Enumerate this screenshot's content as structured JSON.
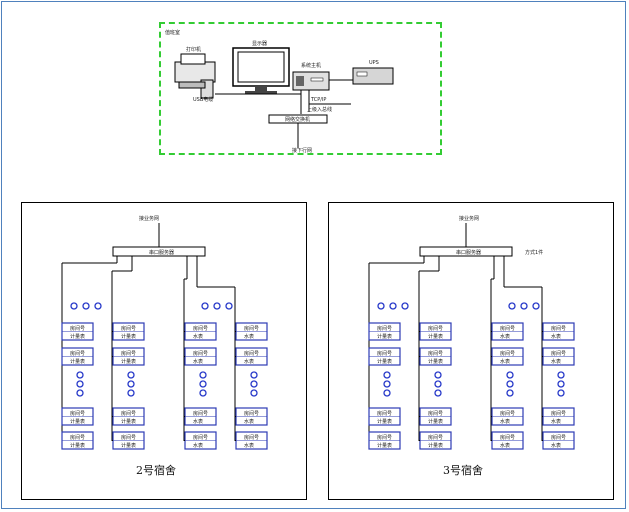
{
  "control_room": {
    "label": "值班室",
    "printer": "打印机",
    "monitor": "显示器",
    "host": "系统主机",
    "ups": "UPS",
    "usb_cable": "USB电缆",
    "tcpip": "TCP/IP",
    "internet": "上级入总线",
    "switch": "网络交换机",
    "bus_down": "接下行网"
  },
  "dorms": [
    {
      "title": "2号宿舍",
      "bus_label": "接业务网",
      "server_label": "串口服务器",
      "side_note": "",
      "columns": [
        [
          "计量表",
          "计量表",
          "计量表",
          "计量表"
        ],
        [
          "计量表",
          "计量表",
          "计量表",
          "计量表"
        ],
        [
          "水表",
          "水表",
          "水表",
          "水表"
        ],
        [
          "水表",
          "水表",
          "水表",
          "水表"
        ]
      ]
    },
    {
      "title": "3号宿舍",
      "bus_label": "接业务网",
      "server_label": "串口服务器",
      "side_note": "方式1件",
      "columns": [
        [
          "计量表",
          "计量表",
          "计量表",
          "计量表"
        ],
        [
          "计量表",
          "计量表",
          "计量表",
          "计量表"
        ],
        [
          "水表",
          "水表",
          "水表",
          "水表"
        ],
        [
          "水表",
          "水表",
          "水表",
          "水表"
        ]
      ]
    }
  ],
  "meter_id_label": "房间号"
}
